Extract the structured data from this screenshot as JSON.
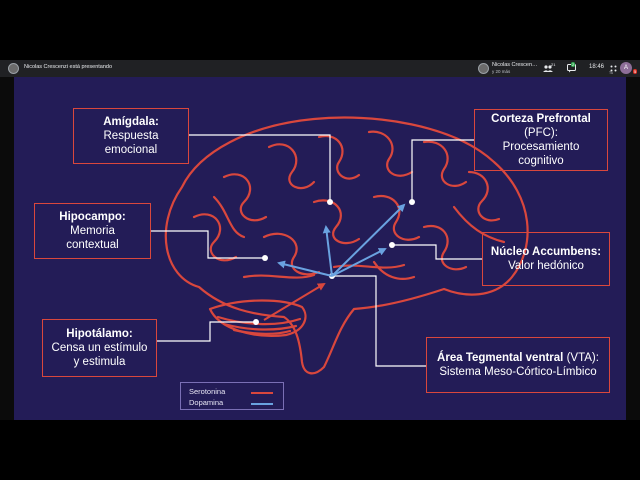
{
  "topbar": {
    "presenter_text": "Nicolas Crescenzi está presentando",
    "participants_name": "Nicolas Crescen…",
    "participants_more": "y 20 más",
    "people_count": "21",
    "chat_badge": "2",
    "time": "18:46",
    "account_initial": "A",
    "notification_badge": "5",
    "label_ts": "Tú"
  },
  "slide": {
    "boxes": {
      "amigdala": {
        "title": "Amígdala:",
        "lines": [
          "Respuesta",
          "emocional"
        ]
      },
      "corteza": {
        "title": "Corteza Prefrontal",
        "lines": [
          "(PFC):",
          "Procesamiento",
          "cognitivo"
        ]
      },
      "hipocampo": {
        "title": "Hipocampo:",
        "lines": [
          "Memoria",
          "contextual"
        ]
      },
      "nucleo": {
        "title": "Núcleo Accumbens:",
        "lines": [
          "Valor hedónico"
        ]
      },
      "hipotalamo": {
        "title": "Hipotálamo:",
        "lines": [
          "Censa un estímulo",
          "y estimula"
        ]
      },
      "vta": {
        "title": "Área Tegmental ventral",
        "title_suffix": " (VTA):",
        "lines": [
          "Sistema Meso-Córtico-Límbico"
        ]
      }
    },
    "legend": {
      "serotonina": "Serotonina",
      "dopamina": "Dopamina"
    }
  },
  "colors": {
    "slide_bg": "#231c57",
    "brain_outline": "#d9473d",
    "box_border": "#d9473d",
    "dopamine_arrow": "#6aa2e0",
    "connector": "#ffffff",
    "topbar_bg": "#202124"
  },
  "icons": {
    "presenter": "presenter-avatar-icon",
    "people": "people-icon",
    "chat": "chat-icon",
    "activities": "activities-icon"
  }
}
